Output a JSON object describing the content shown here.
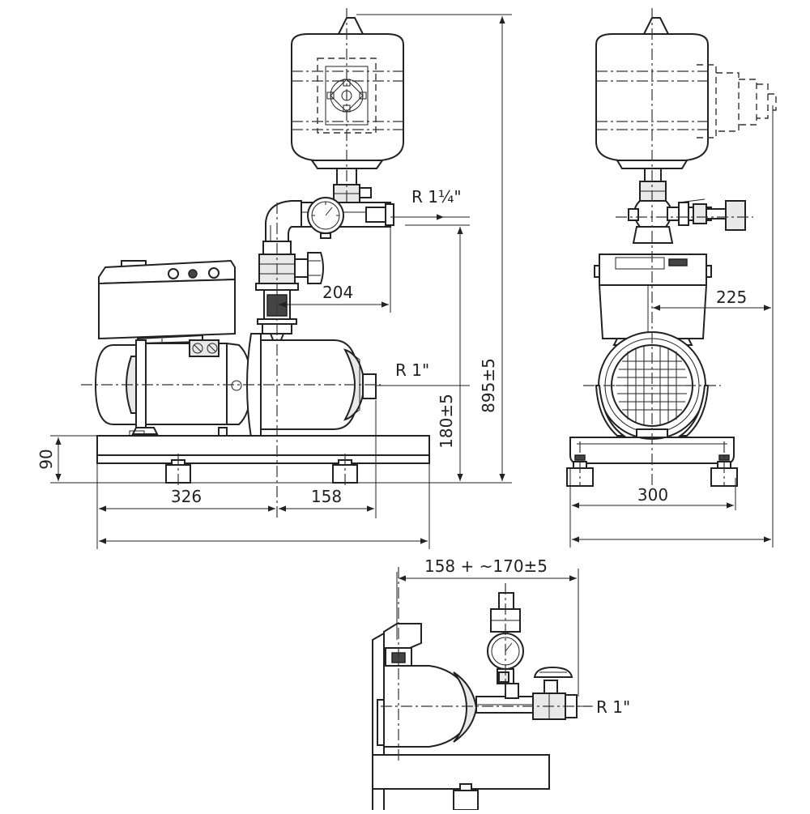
{
  "dimensions": {
    "outlet_thread": "R 1¼\"",
    "inlet_thread": "R 1\"",
    "outlet_offset": "204",
    "total_height": "895±5",
    "inlet_height": "180±5",
    "base_height": "90",
    "base_to_center": "326",
    "center_to_inlet": "158",
    "side_offset": "225",
    "foot_spacing": "300",
    "top_view_width": "158 + ~170±5",
    "top_view_thread": "R 1\""
  }
}
